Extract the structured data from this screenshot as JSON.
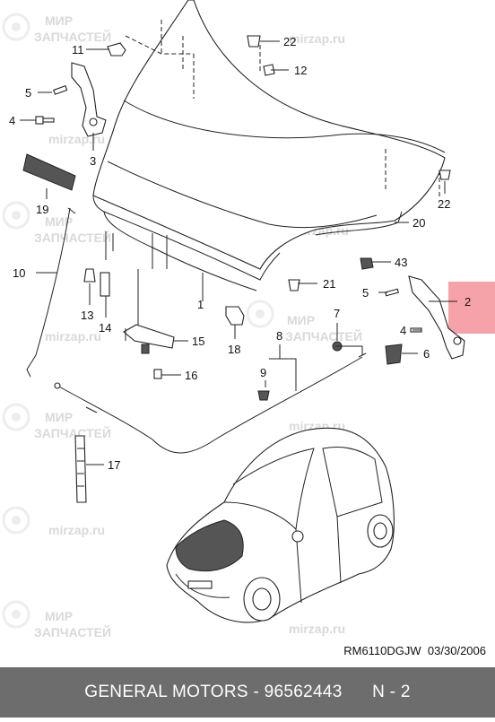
{
  "doc": {
    "code": "RM6110DGJW",
    "date": "03/30/2006",
    "footer": "GENERAL MOTORS - 96562443      N - 2"
  },
  "watermark": {
    "line1": "МИР",
    "line2": "ЗАПЧАСТЕЙ",
    "site": "mirzap.ru"
  },
  "highlight_color": "#f5a3a8",
  "callouts": [
    "11",
    "22",
    "12",
    "5",
    "4",
    "3",
    "19",
    "22",
    "20",
    "10",
    "43",
    "21",
    "5",
    "2",
    "13",
    "14",
    "1",
    "18",
    "7",
    "4",
    "6",
    "15",
    "8",
    "16",
    "9",
    "17"
  ]
}
